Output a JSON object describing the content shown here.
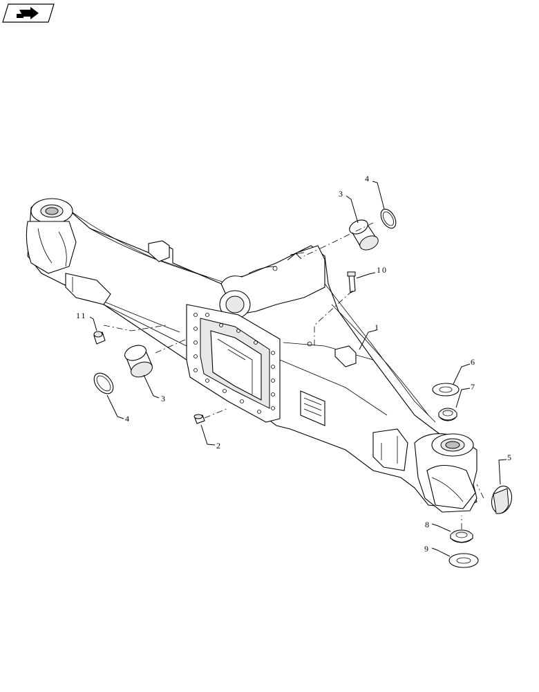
{
  "drawing": {
    "nav_icon": "forward-arrow-icon",
    "callouts": [
      {
        "id": "c1",
        "text": "1"
      },
      {
        "id": "c2",
        "text": "2"
      },
      {
        "id": "c3a",
        "text": "3"
      },
      {
        "id": "c3b",
        "text": "3"
      },
      {
        "id": "c4a",
        "text": "4"
      },
      {
        "id": "c4b",
        "text": "4"
      },
      {
        "id": "c5",
        "text": "5"
      },
      {
        "id": "c6",
        "text": "6"
      },
      {
        "id": "c7",
        "text": "7"
      },
      {
        "id": "c8",
        "text": "8"
      },
      {
        "id": "c9",
        "text": "9"
      },
      {
        "id": "c10",
        "text": "10"
      },
      {
        "id": "c11",
        "text": "11"
      }
    ]
  }
}
